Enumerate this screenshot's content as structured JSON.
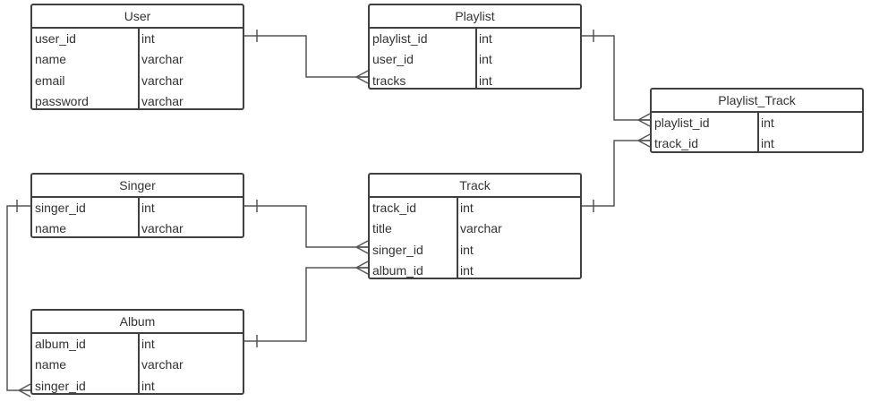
{
  "entities": {
    "user": {
      "title": "User",
      "fields": [
        {
          "name": "user_id",
          "type": "int"
        },
        {
          "name": "name",
          "type": "varchar"
        },
        {
          "name": "email",
          "type": "varchar"
        },
        {
          "name": "password",
          "type": "varchar"
        }
      ]
    },
    "playlist": {
      "title": "Playlist",
      "fields": [
        {
          "name": "playlist_id",
          "type": "int"
        },
        {
          "name": "user_id",
          "type": "int"
        },
        {
          "name": "tracks",
          "type": "int"
        }
      ]
    },
    "playlist_track": {
      "title": "Playlist_Track",
      "fields": [
        {
          "name": "playlist_id",
          "type": "int"
        },
        {
          "name": "track_id",
          "type": "int"
        }
      ]
    },
    "singer": {
      "title": "Singer",
      "fields": [
        {
          "name": "singer_id",
          "type": "int"
        },
        {
          "name": "name",
          "type": "varchar"
        }
      ]
    },
    "track": {
      "title": "Track",
      "fields": [
        {
          "name": "track_id",
          "type": "int"
        },
        {
          "name": "title",
          "type": "varchar"
        },
        {
          "name": "singer_id",
          "type": "int"
        },
        {
          "name": "album_id",
          "type": "int"
        }
      ]
    },
    "album": {
      "title": "Album",
      "fields": [
        {
          "name": "album_id",
          "type": "int"
        },
        {
          "name": "name",
          "type": "varchar"
        },
        {
          "name": "singer_id",
          "type": "int"
        }
      ]
    }
  },
  "relationships": [
    {
      "from": "User.user_id",
      "from_end": "one",
      "to": "Playlist.tracks",
      "to_end": "many"
    },
    {
      "from": "Playlist.playlist_id",
      "from_end": "one",
      "to": "Playlist_Track.playlist_id",
      "to_end": "many"
    },
    {
      "from": "Track.track_id",
      "from_end": "one",
      "to": "Playlist_Track.track_id",
      "to_end": "many"
    },
    {
      "from": "Singer.singer_id",
      "from_end": "one",
      "to": "Track.singer_id",
      "to_end": "many"
    },
    {
      "from": "Album.album_id",
      "from_end": "one",
      "to": "Track.album_id",
      "to_end": "many"
    },
    {
      "from": "Singer.singer_id",
      "from_end": "one",
      "to": "Album.singer_id",
      "to_end": "many"
    }
  ],
  "colors": {
    "border": "#404040",
    "connector": "#555555",
    "text": "#333333"
  }
}
